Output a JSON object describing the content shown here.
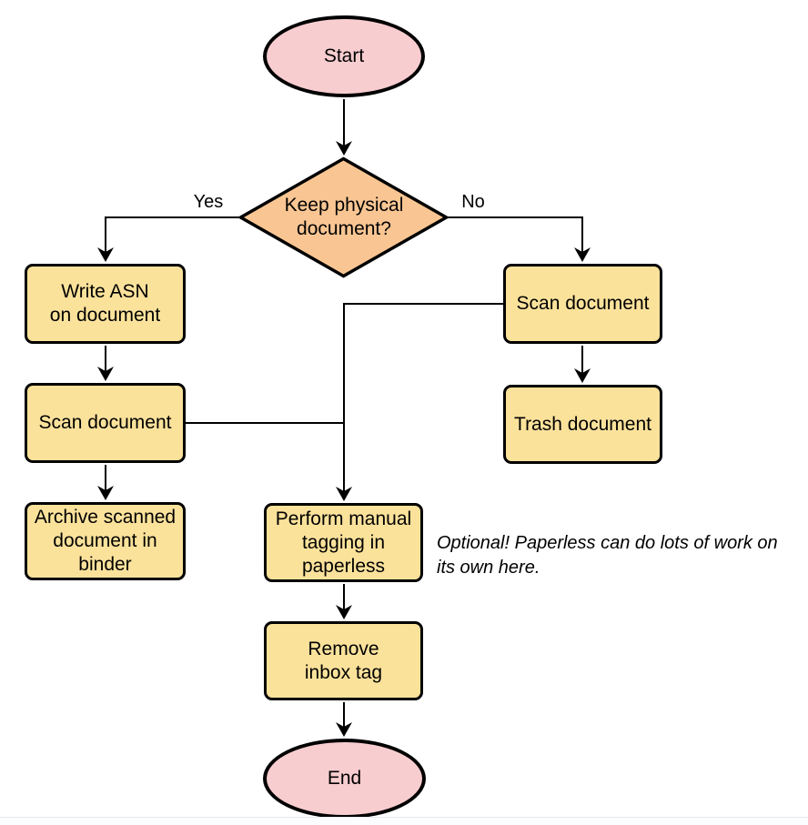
{
  "colors": {
    "terminal_fill": "#F8CDD0",
    "decision_fill": "#F9C693",
    "process_fill": "#FBE29B",
    "border": "#000000",
    "connector": "#000000",
    "divider": "#E6EBF0"
  },
  "nodes": {
    "start": {
      "label": "Start",
      "type": "terminal"
    },
    "decision": {
      "label": "Keep physical\ndocument?",
      "type": "decision"
    },
    "write_asn": {
      "label": "Write ASN\non document",
      "type": "process"
    },
    "scan_left": {
      "label": "Scan document",
      "type": "process"
    },
    "archive": {
      "label": "Archive scanned\ndocument in\nbinder",
      "type": "process"
    },
    "scan_right": {
      "label": "Scan document",
      "type": "process"
    },
    "trash": {
      "label": "Trash document",
      "type": "process"
    },
    "tagging": {
      "label": "Perform manual\ntagging in\npaperless",
      "type": "process"
    },
    "remove_inbox": {
      "label": "Remove\ninbox tag",
      "type": "process"
    },
    "end": {
      "label": "End",
      "type": "terminal"
    }
  },
  "edge_labels": {
    "yes": "Yes",
    "no": "No"
  },
  "annotation": {
    "text": "Optional! Paperless can do lots of work on\nits own here."
  }
}
